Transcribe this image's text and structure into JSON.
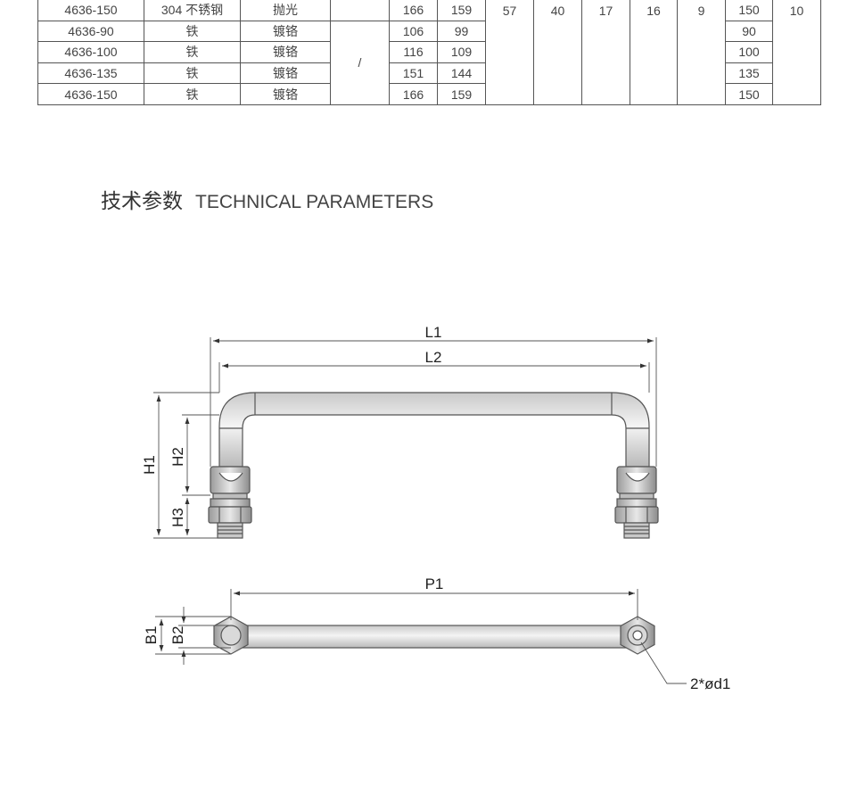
{
  "spec_table": {
    "rows": [
      {
        "model": "4636-150",
        "material": "304 不锈钢",
        "finish": "抛光",
        "v1": "166",
        "v2": "159",
        "v3": "150"
      },
      {
        "model": "4636-90",
        "material": "铁",
        "finish": "镀铬",
        "v1": "106",
        "v2": "99",
        "v3": "90"
      },
      {
        "model": "4636-100",
        "material": "铁",
        "finish": "镀铬",
        "v1": "116",
        "v2": "109",
        "v3": "100"
      },
      {
        "model": "4636-135",
        "material": "铁",
        "finish": "镀铬",
        "v1": "151",
        "v2": "144",
        "v3": "135"
      },
      {
        "model": "4636-150",
        "material": "铁",
        "finish": "镀铬",
        "v1": "166",
        "v2": "159",
        "v3": "150"
      }
    ],
    "slash": "/",
    "merged_values": [
      "57",
      "40",
      "17",
      "16",
      "9"
    ],
    "last_value": "10"
  },
  "section": {
    "title_zh": "技术参数",
    "title_en": "TECHNICAL PARAMETERS"
  },
  "drawing": {
    "labels": {
      "L1": "L1",
      "L2": "L2",
      "H1": "H1",
      "H2": "H2",
      "H3": "H3",
      "P1": "P1",
      "B1": "B1",
      "B2": "B2",
      "hole": "2*ød1"
    }
  }
}
